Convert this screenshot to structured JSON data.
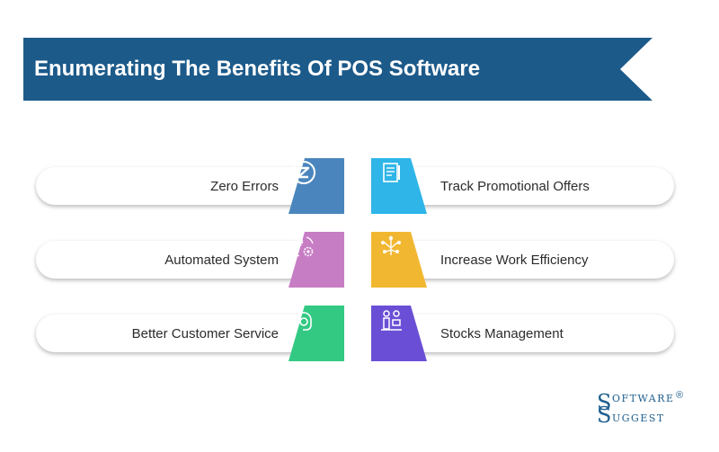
{
  "title": "Enumerating The Benefits Of POS Software",
  "colors": {
    "banner": "#1c5a8a",
    "zero_errors": "#4a86bd",
    "track_promotional": "#2fb5e8",
    "automated": "#c77dc4",
    "efficiency": "#f2b731",
    "customer_service": "#33c983",
    "stocks": "#6a4fd6"
  },
  "benefits": {
    "left": [
      {
        "label": "Zero Errors",
        "icon": "z-circle-icon"
      },
      {
        "label": "Automated System",
        "icon": "gears-cycle-icon"
      },
      {
        "label": "Better Customer Service",
        "icon": "headset-support-icon"
      }
    ],
    "right": [
      {
        "label": "Track Promotional Offers",
        "icon": "document-pen-icon"
      },
      {
        "label": "Increase Work Efficiency",
        "icon": "network-tree-icon"
      },
      {
        "label": "Stocks Management",
        "icon": "inventory-worker-icon"
      }
    ]
  },
  "logo": {
    "big_s1": "S",
    "line1": "OFTWARE",
    "big_s2": "S",
    "line2": "UGGEST",
    "registered": "®"
  }
}
